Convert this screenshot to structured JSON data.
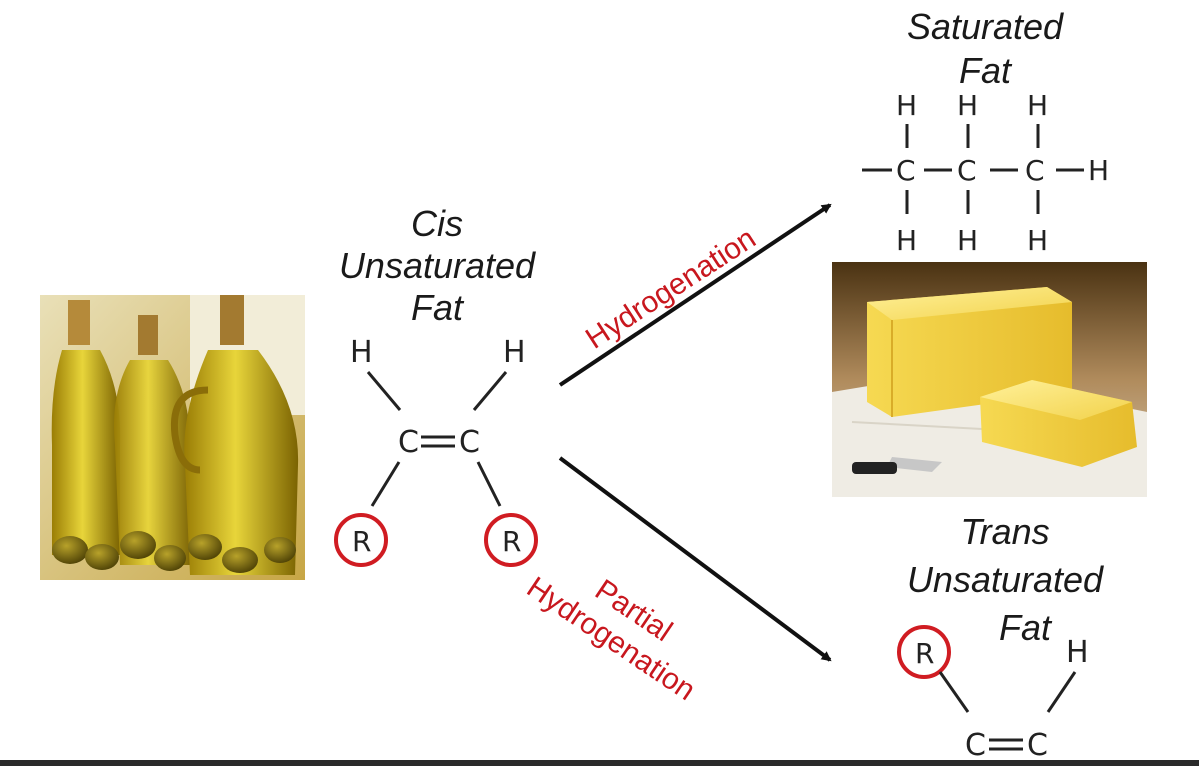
{
  "titles": {
    "cis": [
      "Cis",
      "Unsaturated",
      "Fat"
    ],
    "saturated": [
      "Saturated",
      "Fat"
    ],
    "trans": [
      "Trans",
      "Unsaturated",
      "Fat"
    ]
  },
  "arrows": {
    "hydrogenation": "Hydrogenation",
    "partial": [
      "Partial",
      "Hydrogenation"
    ]
  },
  "molecules": {
    "cis": {
      "h_left": "H",
      "h_right": "H",
      "c_left": "C",
      "c_right": "C",
      "r_left": "R",
      "r_right": "R"
    },
    "saturated": {
      "h_top": [
        "H",
        "H",
        "H"
      ],
      "c": [
        "C",
        "C",
        "C"
      ],
      "h_right": "H",
      "h_bottom": [
        "H",
        "H",
        "H"
      ]
    },
    "trans": {
      "r": "R",
      "h": "H",
      "c_left": "C",
      "c_right": "C"
    }
  },
  "images": {
    "left": "olive-oil-bottles",
    "right": "butter-block"
  },
  "colors": {
    "label_red": "#c8171e",
    "circle_red": "#d01c22",
    "text": "#1a1a1a"
  }
}
